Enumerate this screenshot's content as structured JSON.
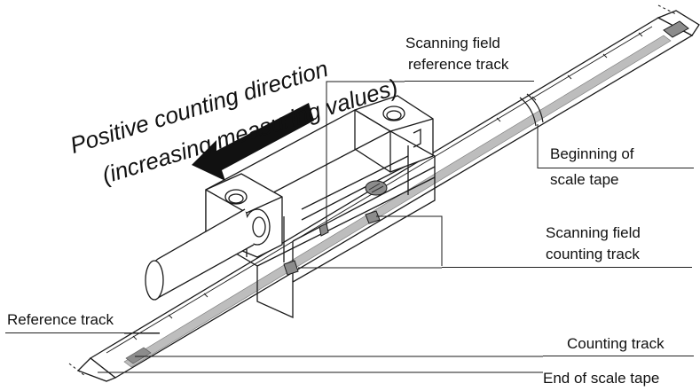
{
  "direction_text": {
    "line1": "Positive counting direction",
    "line2": "(increasing measuring values)"
  },
  "labels": {
    "scanning_field_reference_line1": "Scanning field",
    "scanning_field_reference_line2": "reference track",
    "beginning_line1": "Beginning of",
    "beginning_line2": "scale tape",
    "scanning_field_counting_line1": "Scanning field",
    "scanning_field_counting_line2": "counting track",
    "reference_track": "Reference track",
    "counting_track": "Counting track",
    "end_of_scale_tape": "End of scale tape"
  },
  "colors": {
    "line": "#1a1a1a",
    "track_fill": "#bdbdbd",
    "tab_fill": "#8c8c8c",
    "arrow_fill": "#111111"
  }
}
